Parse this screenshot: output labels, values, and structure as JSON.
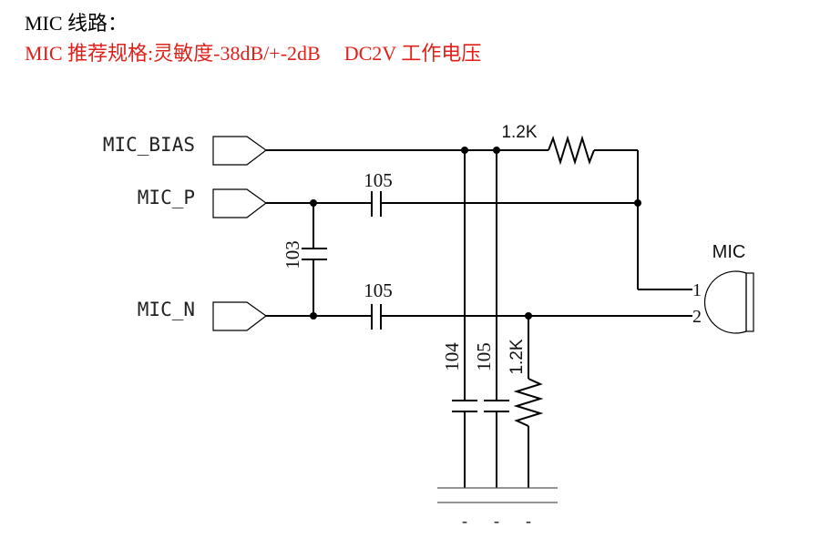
{
  "heading": {
    "title": "MIC 线路：",
    "spec_left": "MIC 推荐规格:灵敏度-38dB/+-2dB",
    "spec_right": "DC2V 工作电压",
    "spec_color": "#e0201a"
  },
  "ports": {
    "mic_bias": "MIC_BIAS",
    "mic_p": "MIC_P",
    "mic_n": "MIC_N"
  },
  "components": {
    "r_bias": "1.2K",
    "c_p": "105",
    "c_diff": "103",
    "c_n": "105",
    "c_gnd1": "104",
    "c_gnd2": "105",
    "r_gnd": "1.2K"
  },
  "microphone": {
    "label": "MIC",
    "pin1": "1",
    "pin2": "2"
  },
  "ground_marks": [
    "-",
    "-",
    "-"
  ]
}
